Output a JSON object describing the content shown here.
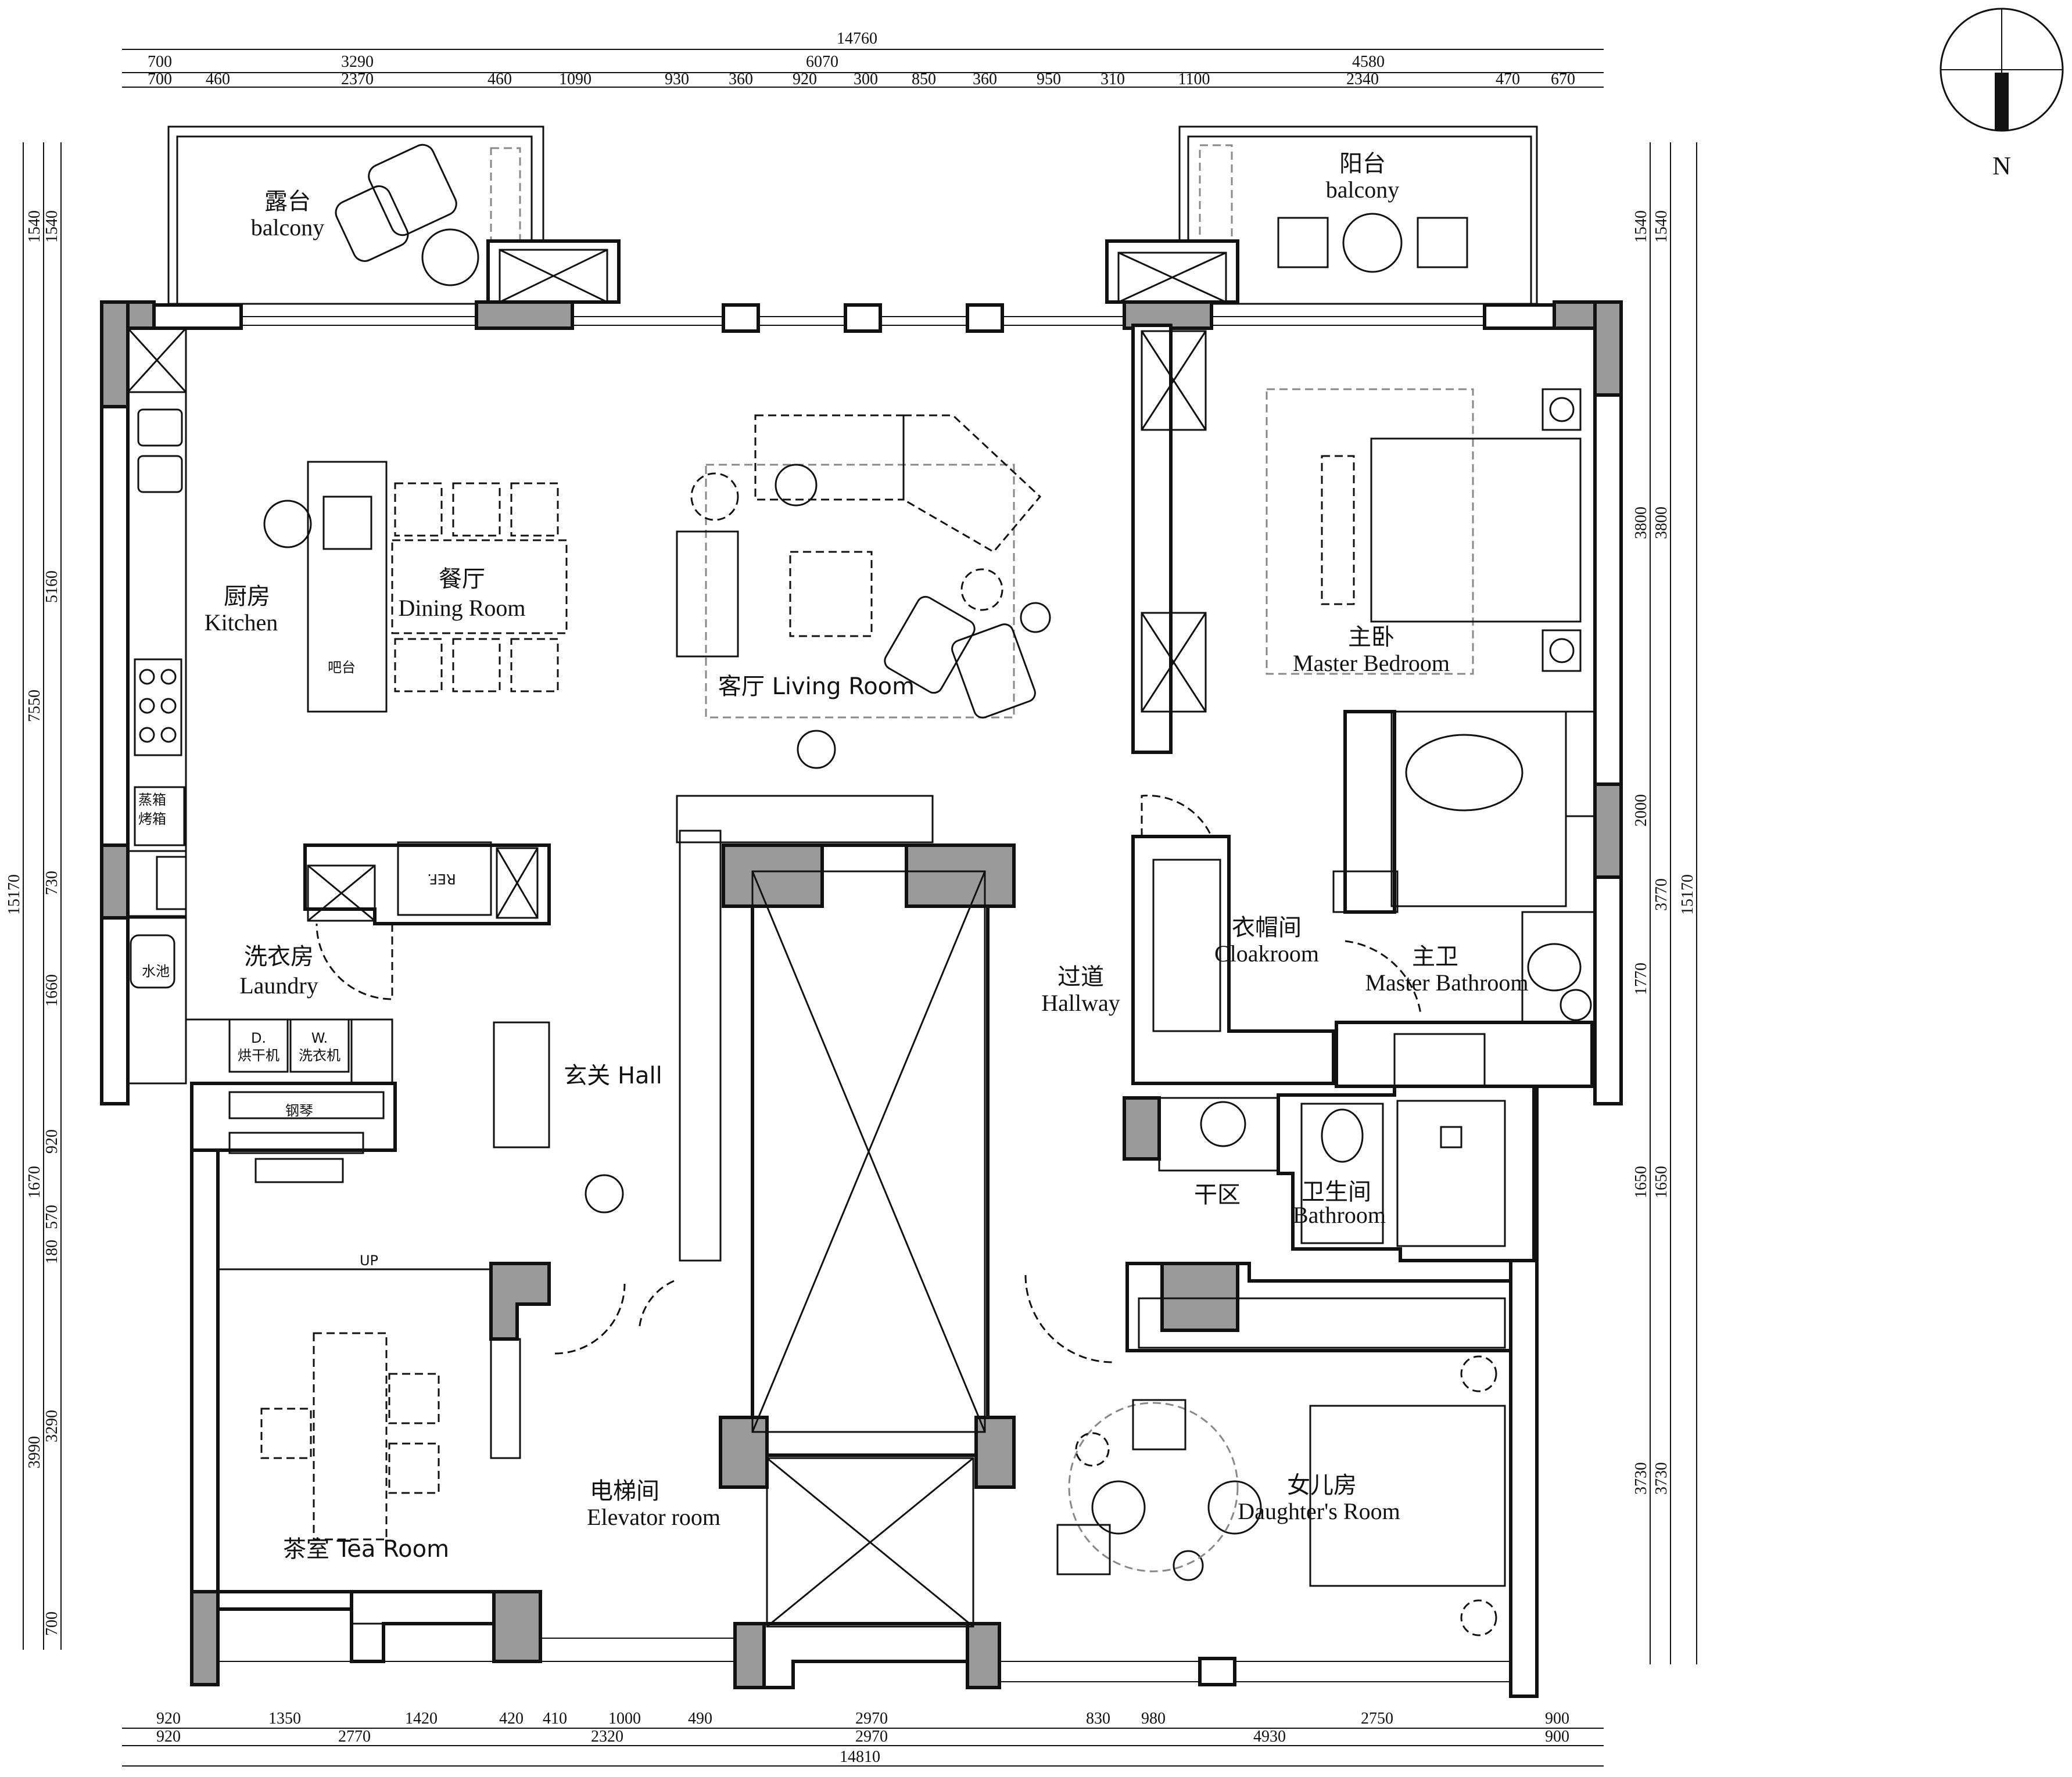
{
  "north": {
    "label": "N"
  },
  "rooms": {
    "balcony_left": {
      "cn": "露台",
      "en": "balcony"
    },
    "balcony_right": {
      "cn": "阳台",
      "en": "balcony"
    },
    "kitchen": {
      "cn": "厨房",
      "en": "Kitchen"
    },
    "dining": {
      "cn": "餐厅",
      "en": "Dining Room"
    },
    "living": {
      "text": "客厅 Living Room"
    },
    "bar": {
      "text": "吧台"
    },
    "fridge_oven": {
      "line1": "蒸箱",
      "line2": "烤箱"
    },
    "ref": {
      "text": "REF."
    },
    "laundry": {
      "cn": "洗衣房",
      "en": "Laundry"
    },
    "sink": {
      "text": "水池"
    },
    "dryer": {
      "code": "D.",
      "text": "烘干机"
    },
    "washer": {
      "code": "W.",
      "text": "洗衣机"
    },
    "piano": {
      "text": "钢琴"
    },
    "hall": {
      "text": "玄关 Hall"
    },
    "tea_room": {
      "text": "茶室  Tea Room"
    },
    "up": {
      "text": "UP"
    },
    "elevator": {
      "cn": "电梯间",
      "en": "Elevator room"
    },
    "master_bedroom": {
      "cn": "主卧",
      "en": "Master Bedroom"
    },
    "cloakroom": {
      "cn": "衣帽间",
      "en": "Cloakroom"
    },
    "hallway": {
      "cn": "过道",
      "en": "Hallway"
    },
    "master_bath": {
      "cn": "主卫",
      "en": "Master Bathroom"
    },
    "dry_area": {
      "text": "干区"
    },
    "bathroom": {
      "cn": "卫生间",
      "en": "Bathroom"
    },
    "daughter": {
      "cn": "女儿房",
      "en": "Daughter's Room"
    }
  },
  "dims": {
    "top_total": "14760",
    "top_mid": [
      "700",
      "3290",
      "6070",
      "4580"
    ],
    "top_detail": [
      "700",
      "460",
      "2370",
      "460",
      "1090",
      "930",
      "360",
      "920",
      "300",
      "850",
      "360",
      "950",
      "310",
      "1100",
      "2340",
      "470",
      "670"
    ],
    "bottom_detail": [
      "920",
      "1350",
      "1420",
      "420",
      "410",
      "1000",
      "490",
      "2970",
      "830",
      "980",
      "2750",
      "900"
    ],
    "bottom_mid": [
      "920",
      "2770",
      "2320",
      "2970",
      "4930",
      "900"
    ],
    "bottom_total": "14810",
    "left_total": "15170",
    "left_mid": [
      "1540",
      "7550",
      "1670",
      "3990"
    ],
    "left_detail": [
      "1540",
      "5160",
      "730",
      "1660",
      "920",
      "570",
      "180",
      "3290",
      "700"
    ],
    "right_total": "15170",
    "right_mid": [
      "1540",
      "3770",
      "1650",
      "3730"
    ],
    "right_detail": [
      "1540",
      "3800",
      "2000",
      "1770",
      "1650",
      "3730"
    ]
  }
}
